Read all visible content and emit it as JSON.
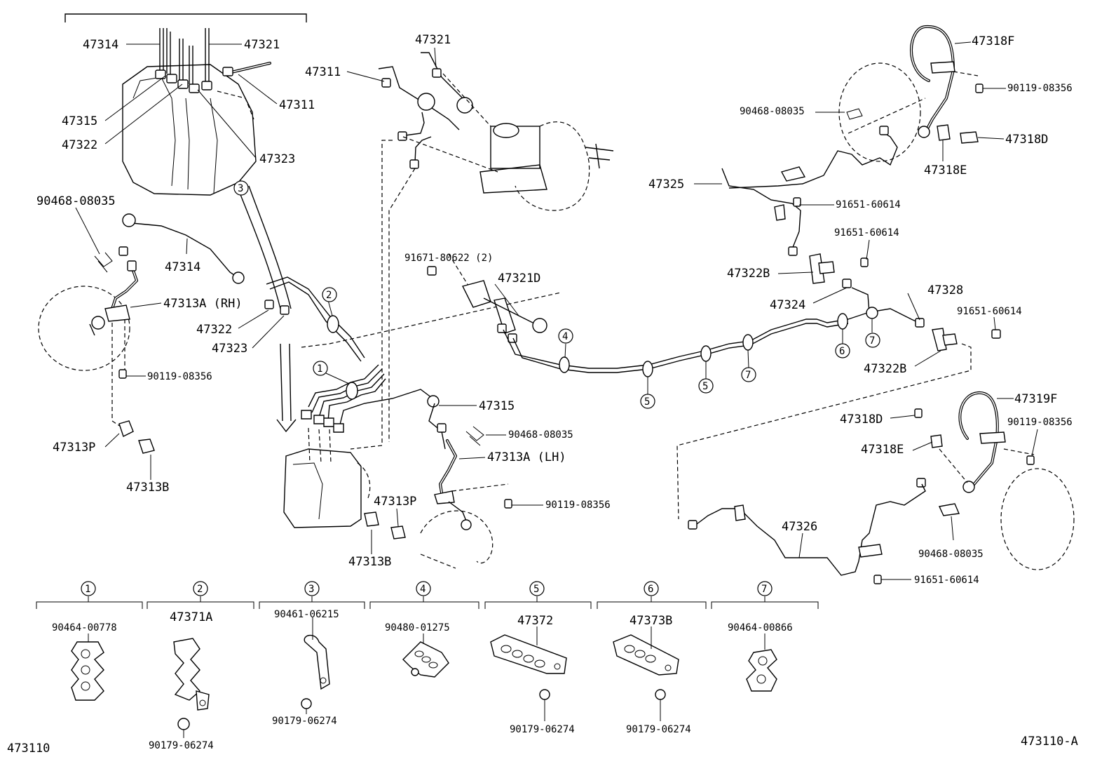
{
  "abs_group": {
    "labels": [
      "47314",
      "47321",
      "47311",
      "47315",
      "47322",
      "47323"
    ]
  },
  "parts": {
    "p47311_top": "47311",
    "p47321_top": "47321",
    "p47318F": "47318F",
    "p90119_a": "90119-08356",
    "p90468_a": "90468-08035",
    "p47318D_a": "47318D",
    "p47318E_a": "47318E",
    "p47325": "47325",
    "p91651_a": "91651-60614",
    "p91651_b": "91651-60614",
    "p47322B_a": "47322B",
    "p90468_b": "90468-08035",
    "p47314": "47314",
    "p47313A_RH": "47313A (RH)",
    "p47322": "47322",
    "p47323": "47323",
    "p91671": "91671-80622 (2)",
    "p47321D": "47321D",
    "p47324": "47324",
    "p47328": "47328",
    "p91651_c": "91651-60614",
    "p47322B_b": "47322B",
    "p90119_b": "90119-08356",
    "p47315": "47315",
    "p90468_c": "90468-08035",
    "p47313A_LH": "47313A (LH)",
    "p47313P_a": "47313P",
    "p47313B_a": "47313B",
    "p47313P_b": "47313P",
    "p90119_c": "90119-08356",
    "p47313B_b": "47313B",
    "p47319F": "47319F",
    "p47318D_b": "47318D",
    "p90119_d": "90119-08356",
    "p47318E_b": "47318E",
    "p47326": "47326",
    "p90468_d": "90468-08035",
    "p91651_d": "91651-60614"
  },
  "clamp_markers": {
    "m1": "1",
    "m2": "2",
    "m3": "3",
    "m4": "4",
    "m5a": "5",
    "m5b": "5",
    "m6": "6",
    "m7a": "7",
    "m7b": "7"
  },
  "clamp_table": [
    {
      "num": "1",
      "part": "90464-00778",
      "bolt": ""
    },
    {
      "num": "2",
      "part": "47371A",
      "bolt": "90179-06274"
    },
    {
      "num": "3",
      "part": "90461-06215",
      "bolt": "90179-06274"
    },
    {
      "num": "4",
      "part": "90480-01275",
      "bolt": ""
    },
    {
      "num": "5",
      "part": "47372",
      "bolt": "90179-06274"
    },
    {
      "num": "6",
      "part": "47373B",
      "bolt": "90179-06274"
    },
    {
      "num": "7",
      "part": "90464-00866",
      "bolt": ""
    }
  ],
  "footer": {
    "left_code": "473110",
    "right_code": "473110-A"
  }
}
